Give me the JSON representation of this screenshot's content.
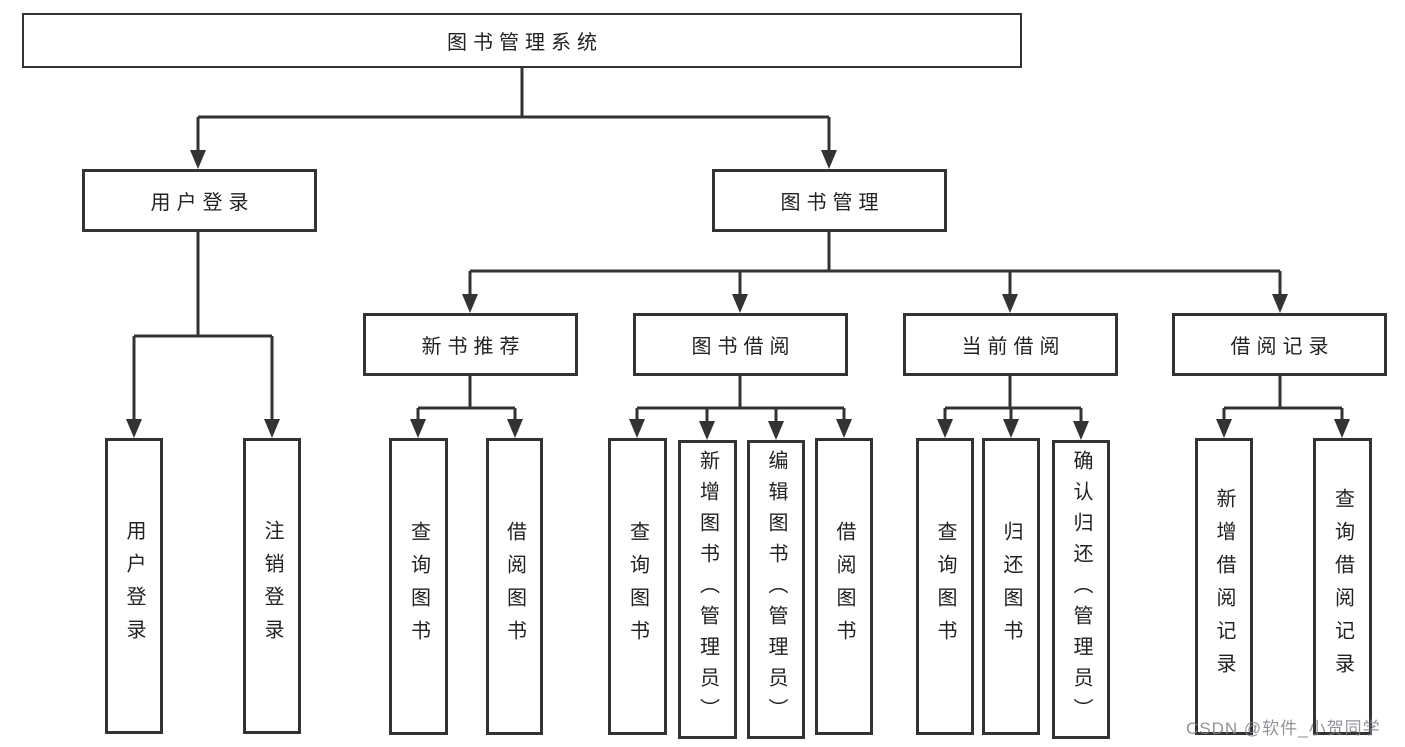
{
  "diagram": {
    "root": {
      "label": "图书管理系统"
    },
    "branches": [
      {
        "label": "用户登录",
        "children": [
          {
            "label": "用户登录"
          },
          {
            "label": "注销登录"
          }
        ]
      },
      {
        "label": "图书管理",
        "children": [
          {
            "label": "新书推荐",
            "children": [
              {
                "label": "查询图书"
              },
              {
                "label": "借阅图书"
              }
            ]
          },
          {
            "label": "图书借阅",
            "children": [
              {
                "label": "查询图书"
              },
              {
                "label": "新增图书（管理员）"
              },
              {
                "label": "编辑图书（管理员）"
              },
              {
                "label": "借阅图书"
              }
            ]
          },
          {
            "label": "当前借阅",
            "children": [
              {
                "label": "查询图书"
              },
              {
                "label": "归还图书"
              },
              {
                "label": "确认归还（管理员）"
              }
            ]
          },
          {
            "label": "借阅记录",
            "children": [
              {
                "label": "新增借阅记录"
              },
              {
                "label": "查询借阅记录"
              }
            ]
          }
        ]
      }
    ]
  },
  "watermark": {
    "text": "CSDN @软件_小贺同学"
  },
  "colors": {
    "line": "#333333",
    "text": "#222222",
    "background": "#ffffff",
    "watermark": "#80808a"
  }
}
